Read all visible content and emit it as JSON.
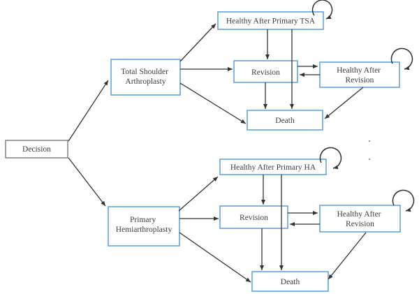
{
  "diagram": {
    "type": "decision-tree-markov-model",
    "colors": {
      "background": "#ffffff",
      "node_border_blue": "#5b9bd5",
      "node_border_gray": "#6e6e6e",
      "arrow": "#333333",
      "text": "#3d3d3d"
    },
    "nodes": {
      "decision": {
        "label": "Decision"
      },
      "tsa": {
        "line1": "Total Shoulder",
        "line2": "Arthroplasty"
      },
      "healthy_tsa": {
        "label": "Healthy After Primary TSA"
      },
      "revision_tsa": {
        "label": "Revision"
      },
      "healthy_rev_tsa": {
        "line1": "Healthy After",
        "line2": "Revision"
      },
      "death_tsa": {
        "label": "Death"
      },
      "ph": {
        "line1": "Primary",
        "line2": "Hemiarthroplasty"
      },
      "healthy_ha": {
        "label": "Healthy After Primary HA"
      },
      "revision_ha": {
        "label": "Revision"
      },
      "healthy_rev_ha": {
        "line1": "Healthy After",
        "line2": "Revision"
      },
      "death_ha": {
        "label": "Death"
      }
    },
    "edges": [
      {
        "from": "decision",
        "to": "tsa"
      },
      {
        "from": "decision",
        "to": "ph"
      },
      {
        "from": "tsa",
        "to": "healthy_tsa"
      },
      {
        "from": "tsa",
        "to": "revision_tsa"
      },
      {
        "from": "tsa",
        "to": "death_tsa"
      },
      {
        "from": "healthy_tsa",
        "to": "healthy_tsa",
        "self_loop": true
      },
      {
        "from": "healthy_tsa",
        "to": "revision_tsa"
      },
      {
        "from": "healthy_tsa",
        "to": "death_tsa"
      },
      {
        "from": "revision_tsa",
        "to": "healthy_rev_tsa"
      },
      {
        "from": "revision_tsa",
        "to": "death_tsa"
      },
      {
        "from": "healthy_rev_tsa",
        "to": "revision_tsa"
      },
      {
        "from": "healthy_rev_tsa",
        "to": "healthy_rev_tsa",
        "self_loop": true
      },
      {
        "from": "healthy_rev_tsa",
        "to": "death_tsa"
      },
      {
        "from": "ph",
        "to": "healthy_ha"
      },
      {
        "from": "ph",
        "to": "revision_ha"
      },
      {
        "from": "ph",
        "to": "death_ha"
      },
      {
        "from": "healthy_ha",
        "to": "healthy_ha",
        "self_loop": true
      },
      {
        "from": "healthy_ha",
        "to": "revision_ha"
      },
      {
        "from": "healthy_ha",
        "to": "death_ha"
      },
      {
        "from": "revision_ha",
        "to": "healthy_rev_ha"
      },
      {
        "from": "revision_ha",
        "to": "death_ha"
      },
      {
        "from": "healthy_rev_ha",
        "to": "revision_ha"
      },
      {
        "from": "healthy_rev_ha",
        "to": "healthy_rev_ha",
        "self_loop": true
      },
      {
        "from": "healthy_rev_ha",
        "to": "death_ha"
      }
    ]
  }
}
